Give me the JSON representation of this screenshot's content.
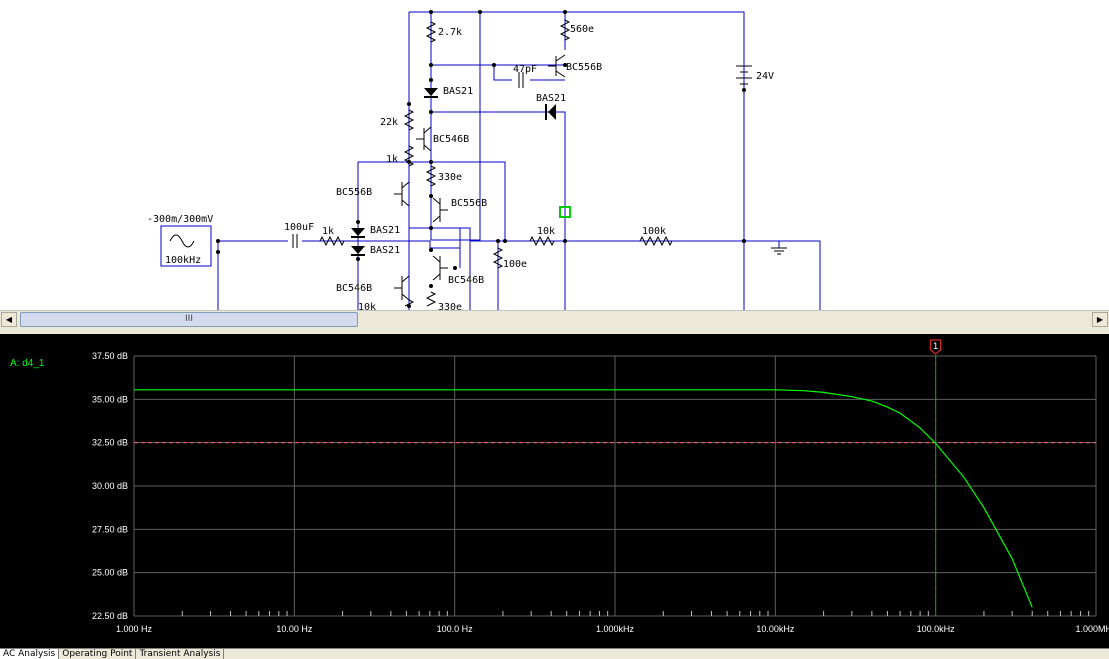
{
  "schematic": {
    "labels": {
      "r_top_left": "2.7k",
      "r_top_right": "560e",
      "cap_47p": "47pF",
      "q_top_right": "BC556B",
      "battery": "24V",
      "d_top": "BAS21",
      "d_right": "BAS21",
      "r_22k": "22k",
      "q_mid": "BC546B",
      "r_1k_mid": "1k",
      "r_330e_a": "330e",
      "q_left_a": "BC556B",
      "q_out_a": "BC556B",
      "source_amp": "-300m/300mV",
      "source_freq": "100kHz",
      "cap_input": "100uF",
      "r_input": "1k",
      "d_pair_a": "BAS21",
      "d_pair_b": "BAS21",
      "r_feedback": "10k",
      "r_load": "100k",
      "r_100e": "100e",
      "q_out_b": "BC546B",
      "q_left_b": "BC546B",
      "r_10k_bottom": "10k",
      "r_330e_b": "330e"
    }
  },
  "scrollbar": {
    "thumb_grip": "III",
    "left_arrow": "◀",
    "right_arrow": "▶"
  },
  "plot": {
    "trace_label": "A: d4_1",
    "cursor_label": "1",
    "colors": {
      "background": "#000000",
      "grid": "#606060",
      "trace": "#00ff00",
      "axis_text": "#ffffff",
      "cursor": "#00aa00",
      "cursor_hline": "#ff6666"
    }
  },
  "chart_data": {
    "type": "line",
    "title": "",
    "xlabel": "",
    "ylabel": "",
    "x_scale": "log",
    "xlim": [
      1,
      1000000
    ],
    "ylim": [
      22.5,
      37.5
    ],
    "grid": true,
    "x_ticks": [
      "1.000 Hz",
      "10.00 Hz",
      "100.0 Hz",
      "1.000kHz",
      "10.00kHz",
      "100.0kHz",
      "1.000MHz"
    ],
    "y_ticks": [
      "37.50 dB",
      "35.00 dB",
      "32.50 dB",
      "30.00 dB",
      "27.50 dB",
      "25.00 dB",
      "22.50 dB"
    ],
    "cursor_x": 100000,
    "cursor_y": 32.5,
    "series": [
      {
        "name": "A: d4_1",
        "x": [
          1,
          10,
          100,
          1000,
          10000,
          15000,
          20000,
          30000,
          40000,
          50000,
          60000,
          80000,
          100000,
          150000,
          200000,
          300000,
          400000
        ],
        "y": [
          35.55,
          35.55,
          35.55,
          35.55,
          35.55,
          35.5,
          35.4,
          35.15,
          34.9,
          34.55,
          34.2,
          33.35,
          32.45,
          30.5,
          28.75,
          25.8,
          23.0
        ]
      }
    ]
  },
  "tabs": [
    "AC Analysis",
    "Operating Point",
    "Transient Analysis"
  ]
}
